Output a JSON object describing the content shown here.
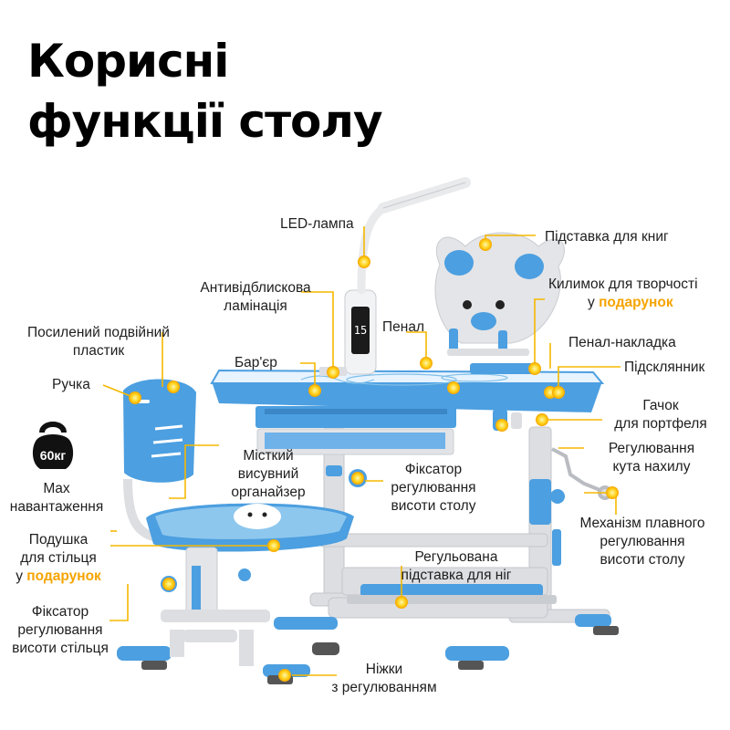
{
  "title": {
    "line1": "Корисні",
    "line2": "функції столу"
  },
  "colors": {
    "accent": "#f5a400",
    "desk_blue": "#4c9fe0",
    "frame_grey": "#d8dadd",
    "line": "#f5b800"
  },
  "weight_badge": "60кг",
  "labels": {
    "led_lamp": "LED-лампа",
    "book_stand": "Підставка для книг",
    "creative_mat_1": "Килимок для творчості",
    "creative_mat_prefix": "у ",
    "creative_mat_gift": "подарунок",
    "anti_glare_1": "Антивідблискова",
    "anti_glare_2": "ламінація",
    "pencil_case": "Пенал",
    "pencil_overlay": "Пенал-накладка",
    "reinforced_1": "Посилений подвійний",
    "reinforced_2": "пластик",
    "barrier": "Бар'єр",
    "glass_holder": "Підсклянник",
    "handle": "Ручка",
    "hook_1": "Гачок",
    "hook_2": "для портфеля",
    "organizer_1": "Місткий",
    "organizer_2": "висувний",
    "organizer_3": "органайзер",
    "tilt_1": "Регулювання",
    "tilt_2": "кута нахилу",
    "max_load_1": "Max",
    "max_load_2": "навантаження",
    "desk_lock_1": "Фіксатор",
    "desk_lock_2": "регулювання",
    "desk_lock_3": "висоти столу",
    "mechanism_1": "Механізм плавного",
    "mechanism_2": "регулювання",
    "mechanism_3": "висоти столу",
    "cushion_1": "Подушка",
    "cushion_2": "для стільця",
    "cushion_prefix": "у ",
    "cushion_gift": "подарунок",
    "footrest_1": "Регульована",
    "footrest_2": "підставка для ніг",
    "chair_lock_1": "Фіксатор",
    "chair_lock_2": "регулювання",
    "chair_lock_3": "висоти стільця",
    "legs_1": "Ніжки",
    "legs_2": "з регулюванням"
  }
}
